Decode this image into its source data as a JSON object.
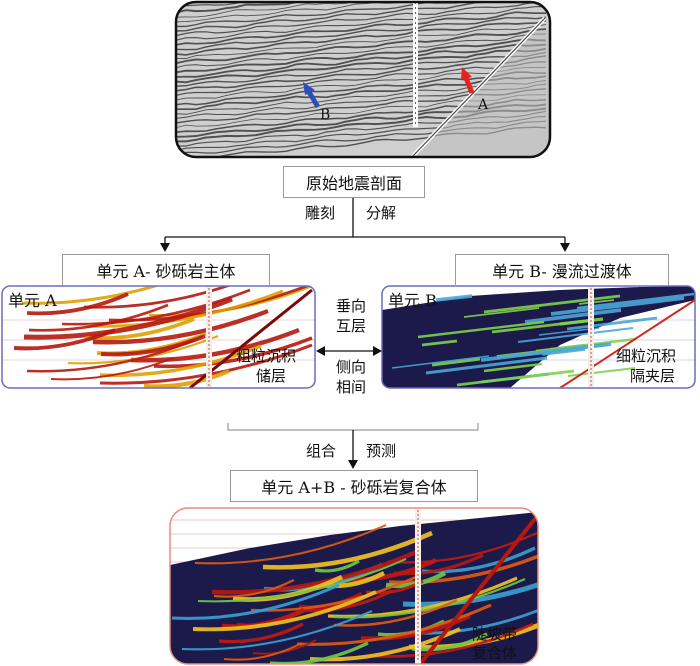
{
  "seismic_top": {
    "arrow_a": "A",
    "arrow_b": "B",
    "colors": {
      "arrow_a": "#e0251c",
      "arrow_b": "#2b4fb8"
    }
  },
  "boxes": {
    "original": "原始地震剖面",
    "unit_a": "单元  A- 砂砾岩主体",
    "unit_b": "单元  B- 漫流过渡体",
    "combined": "单元  A+B - 砂砾岩复合体"
  },
  "connectors": {
    "split_left": "雕刻",
    "split_right": "分解",
    "combine_left": "组合",
    "combine_right": "预测"
  },
  "panel_a": {
    "title": "单元  A",
    "note_line1": "粗粒沉积",
    "note_line2": "储层"
  },
  "panel_b": {
    "title": "单元  B",
    "note_line1": "细粒沉积",
    "note_line2": "隔夹层"
  },
  "relation": {
    "top_line1": "垂向",
    "top_line2": "互层",
    "bottom_line1": "侧向",
    "bottom_line2": "相间"
  },
  "panel_combined": {
    "note_line1": "陡坡带",
    "note_line2": "复合体"
  }
}
